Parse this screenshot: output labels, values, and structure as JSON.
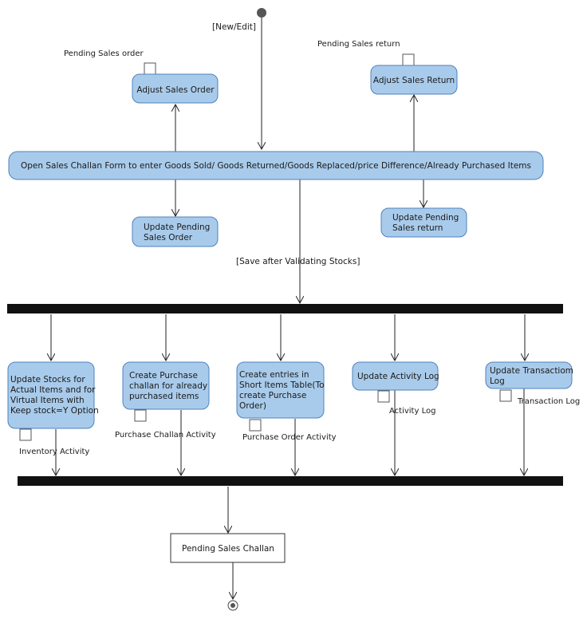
{
  "guards": {
    "new_edit": "[New/Edit]",
    "save_validate": "[Save after Validating Stocks]"
  },
  "pins": {
    "pending_sales_order": "Pending Sales order",
    "pending_sales_return": "Pending Sales return",
    "inventory_activity": "Inventory Activity",
    "purchase_challan_activity": "Purchase Challan Activity",
    "purchase_order_activity": "Purchase Order Activity",
    "activity_log": "Activity Log",
    "transaction_log": "Transaction Log"
  },
  "activities": {
    "adjust_sales_order": [
      "Adjust Sales Order"
    ],
    "adjust_sales_return": [
      "Adjust Sales Return"
    ],
    "open_challan": [
      "Open Sales Challan Form to  enter Goods Sold/ Goods Returned/Goods Replaced/price Difference/Already Purchased Items"
    ],
    "update_pending_order": [
      "Update Pending",
      "Sales Order"
    ],
    "update_pending_return": [
      "Update Pending",
      "Sales return"
    ],
    "update_stocks": [
      "Update Stocks for",
      "Actual Items and for",
      "Virtual Items with",
      "Keep stock=Y Option"
    ],
    "create_purchase_challan": [
      "Create Purchase",
      "challan for already",
      "purchased items"
    ],
    "create_entries": [
      "Create entries in",
      "Short Items Table(To",
      "create Purchase",
      "Order)"
    ],
    "update_activity_log": [
      "Update Activity Log"
    ],
    "update_transaction_log": [
      "Update Transactiom",
      "Log"
    ],
    "pending_sales_challan": [
      "Pending Sales Challan"
    ]
  }
}
